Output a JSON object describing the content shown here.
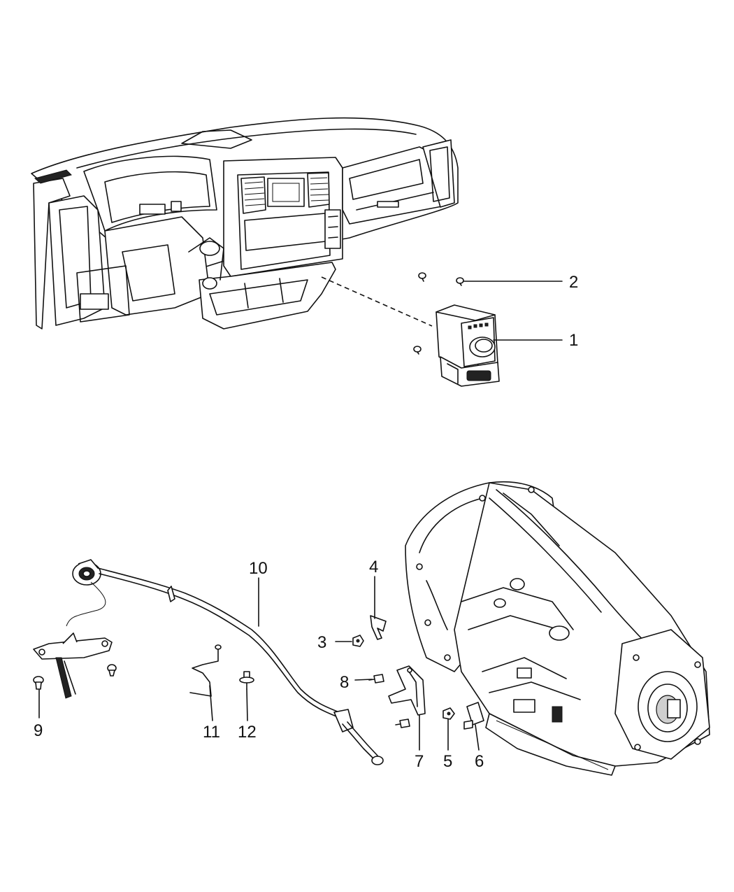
{
  "diagram": {
    "callouts": [
      {
        "id": "c1",
        "label": "1"
      },
      {
        "id": "c2",
        "label": "2"
      },
      {
        "id": "c3",
        "label": "3"
      },
      {
        "id": "c4",
        "label": "4"
      },
      {
        "id": "c5",
        "label": "5"
      },
      {
        "id": "c6",
        "label": "6"
      },
      {
        "id": "c7",
        "label": "7"
      },
      {
        "id": "c8",
        "label": "8"
      },
      {
        "id": "c9",
        "label": "9"
      },
      {
        "id": "c10",
        "label": "10"
      },
      {
        "id": "c11",
        "label": "11"
      },
      {
        "id": "c12",
        "label": "12"
      }
    ],
    "parts": [
      "instrument-panel",
      "shifter-module",
      "screws",
      "shift-cable",
      "cable-bracket",
      "transmission"
    ]
  }
}
